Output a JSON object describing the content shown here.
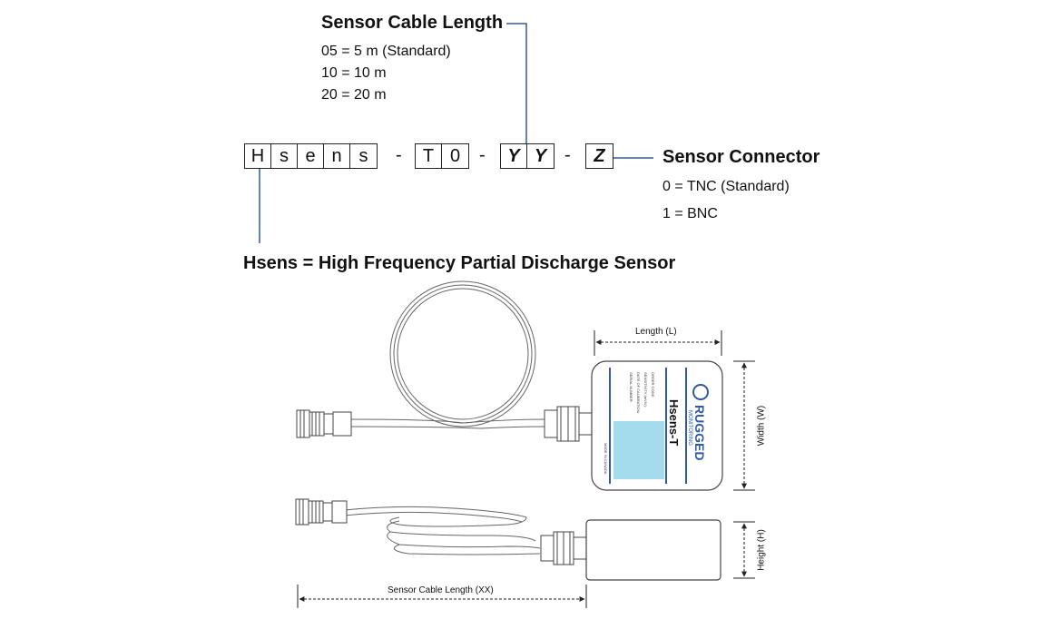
{
  "cable_length": {
    "heading": "Sensor Cable Length",
    "options": [
      "05 = 5 m (Standard)",
      "10 = 10 m",
      "20 = 20 m"
    ]
  },
  "part_code": {
    "group1": [
      "H",
      "s",
      "e",
      "n",
      "s"
    ],
    "group2": [
      "T",
      "0"
    ],
    "group3": [
      "Y",
      "Y"
    ],
    "group4": [
      "Z"
    ],
    "separator": "-"
  },
  "connector": {
    "heading": "Sensor Connector",
    "options": [
      "0 = TNC (Standard)",
      "1 = BNC"
    ]
  },
  "sensor_name": "Hsens = High Frequency Partial Discharge Sensor",
  "dimensions": {
    "length": "Length (L)",
    "width": "Width (W)",
    "height": "Height (H)",
    "cable": "Sensor Cable Length (XX)"
  },
  "label": {
    "model": "Hsens-T",
    "brand": "RUGGED",
    "brand_sub": "MONITORING",
    "fields": [
      "ORDER CODE:",
      "SENSITIVITY (mV/V):",
      "DATE OF CALIBRATION:",
      "SERIAL NUMBER:"
    ],
    "made_in": "MADE IN CANADA"
  },
  "colors": {
    "accent": "#2e5aa8",
    "label_blue": "#a5dced"
  }
}
